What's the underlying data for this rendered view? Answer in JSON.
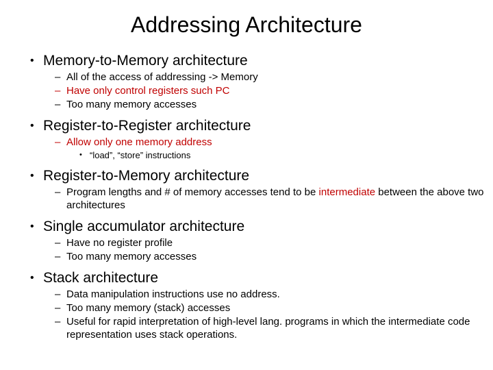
{
  "slide": {
    "title": "Addressing Architecture",
    "background_color": "#FFFFFF",
    "text_color": "#000000",
    "accent_color": "#C00000",
    "markers": {
      "level1": "•",
      "level2": "–",
      "level3": "•"
    },
    "bullets": [
      {
        "level": 1,
        "text": "Memory-to-Memory architecture",
        "color": "#000000"
      },
      {
        "level": 2,
        "text": "All of the access of addressing -> Memory",
        "color": "#000000"
      },
      {
        "level": 2,
        "text": "Have only control registers such PC",
        "color": "#C00000"
      },
      {
        "level": 2,
        "text": "Too many memory accesses",
        "color": "#000000"
      },
      {
        "level": 1,
        "text": "Register-to-Register architecture",
        "color": "#000000"
      },
      {
        "level": 2,
        "text": "Allow only one memory address",
        "color": "#C00000"
      },
      {
        "level": 3,
        "text": "“load”, “store” instructions",
        "color": "#000000"
      },
      {
        "level": 1,
        "text": "Register-to-Memory architecture",
        "color": "#000000"
      },
      {
        "level": 2,
        "text_before": "Program lengths and # of memory accesses tend to be ",
        "text_highlight": "intermediate",
        "text_after": " between the above two architectures",
        "color": "#000000",
        "highlight_color": "#C00000"
      },
      {
        "level": 1,
        "text": "Single accumulator architecture",
        "color": "#000000"
      },
      {
        "level": 2,
        "text": "Have no register profile",
        "color": "#000000"
      },
      {
        "level": 2,
        "text": "Too many memory accesses",
        "color": "#000000"
      },
      {
        "level": 1,
        "text": "Stack architecture",
        "color": "#000000"
      },
      {
        "level": 2,
        "text": "Data manipulation instructions use no address.",
        "color": "#000000"
      },
      {
        "level": 2,
        "text": "Too many memory (stack) accesses",
        "color": "#000000"
      },
      {
        "level": 2,
        "text": "Useful for rapid interpretation of high-level lang. programs in which the intermediate code representation uses stack operations.",
        "color": "#000000"
      }
    ]
  }
}
